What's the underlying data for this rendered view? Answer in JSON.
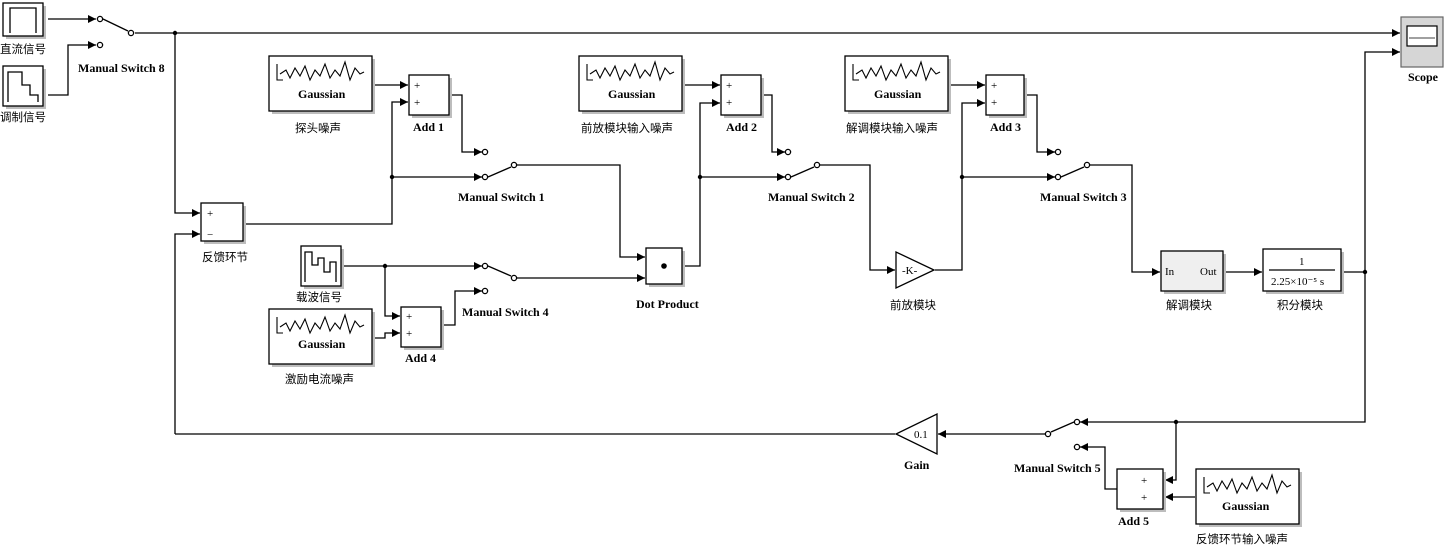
{
  "blocks": {
    "dc_signal": "直流信号",
    "mod_signal": "调制信号",
    "carrier_signal": "载波信号",
    "feedback": "反馈环节",
    "probe_noise": "探头噪声",
    "preamp_noise": "前放模块输入噪声",
    "demod_noise": "解调模块输入噪声",
    "excite_noise": "激励电流噪声",
    "feedback_noise": "反馈环节输入噪声",
    "preamp": "前放模块",
    "demod": "解调模块",
    "integrator": "积分模块",
    "gaussian": "Gaussian",
    "add1": "Add 1",
    "add2": "Add 2",
    "add3": "Add 3",
    "add4": "Add 4",
    "add5": "Add 5",
    "sw1": "Manual Switch 1",
    "sw2": "Manual Switch 2",
    "sw3": "Manual Switch 3",
    "sw4": "Manual Switch 4",
    "sw5": "Manual Switch 5",
    "sw8": "Manual Switch 8",
    "dot_product": "Dot Product",
    "scope": "Scope",
    "gain": "Gain",
    "gain_value": "0.1",
    "preamp_gain": "-K-",
    "demod_in": "In",
    "demod_out": "Out",
    "tf_num": "1",
    "tf_den": "2.25×10⁻⁵ s",
    "plus": "+",
    "minus": "−",
    "dot": "•"
  }
}
